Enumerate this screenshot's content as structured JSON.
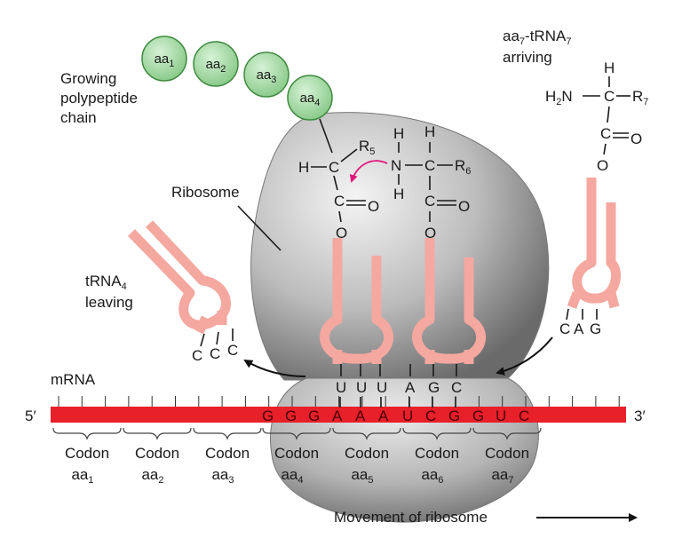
{
  "labels": {
    "growing_line1": "Growing",
    "growing_line2": "polypeptide",
    "growing_line3": "chain",
    "ribosome": "Ribosome",
    "trna_leaving_line1": "tRNA",
    "trna_leaving_sub": "4",
    "trna_leaving_line2": "leaving",
    "arriving_line1_a": "aa",
    "arriving_line1_sub1": "7",
    "arriving_line1_b": "-tRNA",
    "arriving_line1_sub2": "7",
    "arriving_line2": "arriving",
    "mrna": "mRNA",
    "five_prime": "5′",
    "three_prime": "3′",
    "movement": "Movement of ribosome"
  },
  "polypeptide": [
    {
      "base": "aa",
      "sub": "1"
    },
    {
      "base": "aa",
      "sub": "2"
    },
    {
      "base": "aa",
      "sub": "3"
    },
    {
      "base": "aa",
      "sub": "4"
    }
  ],
  "chemistry": {
    "H": "H",
    "C": "C",
    "N": "N",
    "O": "O",
    "R": "R",
    "R5_sub": "5",
    "R6_sub": "6",
    "R7_sub": "7",
    "H2N_a": "H",
    "H2N_sub": "2",
    "H2N_b": "N"
  },
  "anticodons": {
    "leaving": [
      "C",
      "C",
      "C"
    ],
    "p_site": [
      "U",
      "U",
      "U"
    ],
    "a_site": [
      "A",
      "G",
      "C"
    ],
    "arriving": [
      "C",
      "A",
      "G"
    ]
  },
  "mrna_bases": [
    "G",
    "G",
    "G",
    "A",
    "A",
    "A",
    "U",
    "C",
    "G",
    "G",
    "U",
    "C"
  ],
  "codons": [
    {
      "label": "Codon",
      "aa": "aa",
      "sub": "1"
    },
    {
      "label": "Codon",
      "aa": "aa",
      "sub": "2"
    },
    {
      "label": "Codon",
      "aa": "aa",
      "sub": "3"
    },
    {
      "label": "Codon",
      "aa": "aa",
      "sub": "4"
    },
    {
      "label": "Codon",
      "aa": "aa",
      "sub": "5"
    },
    {
      "label": "Codon",
      "aa": "aa",
      "sub": "6"
    },
    {
      "label": "Codon",
      "aa": "aa",
      "sub": "7"
    }
  ],
  "colors": {
    "mrna": "#e8202a",
    "trna": "#f4a8a0",
    "amino_acid": "#a8dca8",
    "ribosome": "#bdbdbd",
    "arrow_magenta": "#e0157a"
  }
}
